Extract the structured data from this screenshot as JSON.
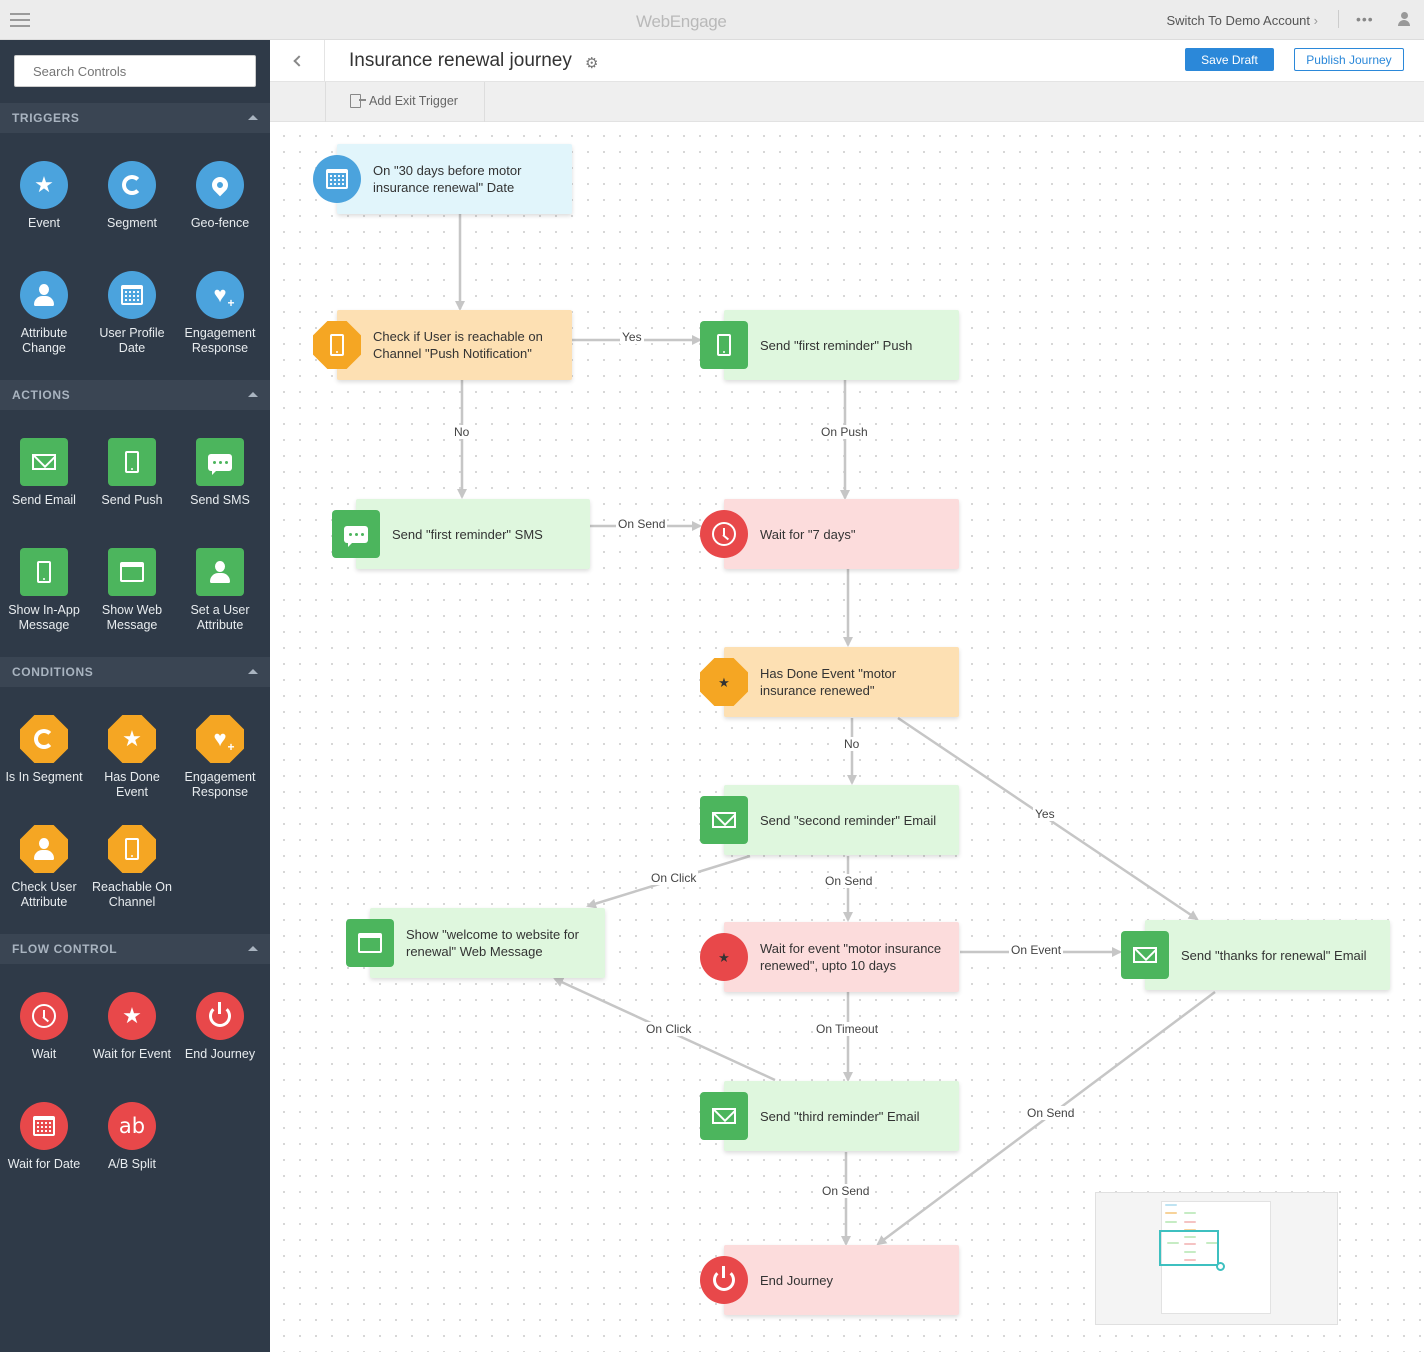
{
  "app": {
    "logo": "WebEngage",
    "switch_account": "Switch To Demo Account",
    "more_icon": "ellipsis-icon",
    "user_icon": "user-icon"
  },
  "sidebar": {
    "search_placeholder": "Search Controls",
    "sections": [
      {
        "id": "triggers",
        "title": "TRIGGERS"
      },
      {
        "id": "actions",
        "title": "ACTIONS"
      },
      {
        "id": "conditions",
        "title": "CONDITIONS"
      },
      {
        "id": "flow_control",
        "title": "FLOW CONTROL"
      }
    ],
    "triggers": [
      {
        "label": "Event",
        "icon": "star-icon",
        "color": "#4ba3dd"
      },
      {
        "label": "Segment",
        "icon": "segment-icon",
        "color": "#4ba3dd"
      },
      {
        "label": "Geo-fence",
        "icon": "location-pin-icon",
        "color": "#4ba3dd"
      },
      {
        "label": "Attribute Change",
        "icon": "user-icon",
        "color": "#4ba3dd"
      },
      {
        "label": "User Profile Date",
        "icon": "calendar-icon",
        "color": "#4ba3dd"
      },
      {
        "label": "Engagement Response",
        "icon": "heart-plus-icon",
        "color": "#4ba3dd"
      }
    ],
    "actions": [
      {
        "label": "Send Email",
        "icon": "envelope-icon",
        "color": "#4cb55d"
      },
      {
        "label": "Send Push",
        "icon": "mobile-icon",
        "color": "#4cb55d"
      },
      {
        "label": "Send SMS",
        "icon": "chat-bubble-icon",
        "color": "#4cb55d"
      },
      {
        "label": "Show In-App Message",
        "icon": "mobile-icon",
        "color": "#4cb55d"
      },
      {
        "label": "Show Web Message",
        "icon": "browser-window-icon",
        "color": "#4cb55d"
      },
      {
        "label": "Set a User Attribute",
        "icon": "user-icon",
        "color": "#4cb55d"
      }
    ],
    "conditions": [
      {
        "label": "Is In Segment",
        "icon": "segment-icon",
        "color": "#f5a623"
      },
      {
        "label": "Has Done Event",
        "icon": "star-icon",
        "color": "#f5a623"
      },
      {
        "label": "Engagement Response",
        "icon": "heart-plus-icon",
        "color": "#f5a623"
      },
      {
        "label": "Check User Attribute",
        "icon": "user-icon",
        "color": "#f5a623"
      },
      {
        "label": "Reachable On Channel",
        "icon": "mobile-icon",
        "color": "#f5a623"
      }
    ],
    "flow_control": [
      {
        "label": "Wait",
        "icon": "clock-icon",
        "color": "#e8484a"
      },
      {
        "label": "Wait for Event",
        "icon": "star-icon",
        "color": "#e8484a"
      },
      {
        "label": "End Journey",
        "icon": "power-icon",
        "color": "#e8484a"
      },
      {
        "label": "Wait for Date",
        "icon": "calendar-icon",
        "color": "#e8484a"
      },
      {
        "label": "A/B Split",
        "icon": "ab-split-icon",
        "color": "#e8484a",
        "glyph": "ab"
      }
    ]
  },
  "header": {
    "title": "Insurance renewal journey",
    "save_label": "Save Draft",
    "publish_label": "Publish Journey",
    "exit_trigger_label": "Add Exit Trigger"
  },
  "colors": {
    "accent": "#2b88d9",
    "sidebar_bg": "#2f3a48",
    "trigger_blue": "#4ba3dd",
    "action_green": "#4cb55d",
    "condition_orange": "#f5a623",
    "flow_red": "#e8484a",
    "connector": "#c6c6c6"
  },
  "flow": {
    "nodes": [
      {
        "id": "n1",
        "kind": "trigger",
        "icon": "calendar-icon",
        "text": "On \"30 days before motor insurance renewal\" Date"
      },
      {
        "id": "n2",
        "kind": "condition",
        "icon": "mobile-icon",
        "text": "Check if User is reachable on Channel \"Push Notification\""
      },
      {
        "id": "n3",
        "kind": "action",
        "icon": "mobile-icon",
        "text": "Send \"first reminder\" Push"
      },
      {
        "id": "n4",
        "kind": "action",
        "icon": "chat-bubble-icon",
        "text": "Send \"first reminder\" SMS"
      },
      {
        "id": "n5",
        "kind": "flow",
        "icon": "clock-icon",
        "text": "Wait for \"7 days\""
      },
      {
        "id": "n6",
        "kind": "condition",
        "icon": "star-icon",
        "text": "Has Done Event \"motor insurance renewed\""
      },
      {
        "id": "n7",
        "kind": "action",
        "icon": "envelope-icon",
        "text": "Send \"second reminder\" Email"
      },
      {
        "id": "n8",
        "kind": "action",
        "icon": "browser-window-icon",
        "text": "Show \"welcome to website for renewal\" Web Message"
      },
      {
        "id": "n9",
        "kind": "flow",
        "icon": "star-icon",
        "text": "Wait for event \"motor insurance renewed\", upto 10 days"
      },
      {
        "id": "n10",
        "kind": "action",
        "icon": "envelope-icon",
        "text": "Send \"thanks for renewal\" Email"
      },
      {
        "id": "n11",
        "kind": "action",
        "icon": "envelope-icon",
        "text": "Send \"third reminder\" Email"
      },
      {
        "id": "n12",
        "kind": "flow",
        "icon": "power-icon",
        "text": "End Journey"
      }
    ],
    "edges": [
      {
        "from": "n1",
        "to": "n2",
        "label": ""
      },
      {
        "from": "n2",
        "to": "n3",
        "label": "Yes"
      },
      {
        "from": "n2",
        "to": "n4",
        "label": "No"
      },
      {
        "from": "n3",
        "to": "n5",
        "label": "On Push"
      },
      {
        "from": "n4",
        "to": "n5",
        "label": "On Send"
      },
      {
        "from": "n5",
        "to": "n6",
        "label": ""
      },
      {
        "from": "n6",
        "to": "n7",
        "label": "No"
      },
      {
        "from": "n6",
        "to": "n10",
        "label": "Yes"
      },
      {
        "from": "n7",
        "to": "n8",
        "label": "On Click"
      },
      {
        "from": "n7",
        "to": "n9",
        "label": "On Send"
      },
      {
        "from": "n9",
        "to": "n10",
        "label": "On Event"
      },
      {
        "from": "n9",
        "to": "n11",
        "label": "On Timeout"
      },
      {
        "from": "n11",
        "to": "n8",
        "label": "On Click"
      },
      {
        "from": "n10",
        "to": "n12",
        "label": "On Send"
      },
      {
        "from": "n11",
        "to": "n12",
        "label": "On Send"
      }
    ]
  }
}
